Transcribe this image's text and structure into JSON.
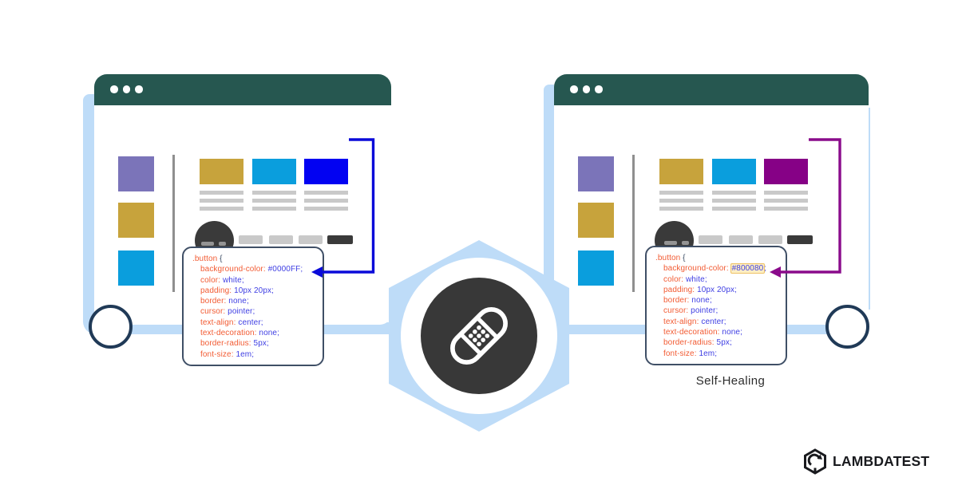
{
  "brand": {
    "logo_text": "LAMBDATEST"
  },
  "center": {
    "label": "Self-Healing",
    "icon": "bandaid-icon"
  },
  "colors": {
    "header_teal": "#265750",
    "pipe_blue": "#bedcf8",
    "sidebar_purple": "#7b74b9",
    "sidebar_gold": "#c7a33c",
    "sidebar_blue": "#0a9edd",
    "original_button_blue": "#0202F2",
    "healed_button_purple": "#860186",
    "code_property_orange": "#f25b33",
    "code_value_blue": "#3f3fe3",
    "highlight_yellow": "#fdeec4"
  },
  "windows": [
    {
      "name": "original-page",
      "accent_color": "#0202F2",
      "arrow_color": "#0a0ad9",
      "code": {
        "selector": ".button",
        "open_brace": "{",
        "properties": [
          {
            "name": "background-color",
            "value": "#0000FF",
            "highlighted": false
          },
          {
            "name": "color",
            "value": "white",
            "highlighted": false
          },
          {
            "name": "padding",
            "value": "10px 20px",
            "highlighted": false
          },
          {
            "name": "border",
            "value": "none",
            "highlighted": false
          },
          {
            "name": "cursor",
            "value": "pointer",
            "highlighted": false
          },
          {
            "name": "text-align",
            "value": "center",
            "highlighted": false
          },
          {
            "name": "text-decoration",
            "value": "none",
            "highlighted": false
          },
          {
            "name": "border-radius",
            "value": "5px",
            "highlighted": false
          },
          {
            "name": "font-size",
            "value": "1em",
            "highlighted": false
          }
        ]
      }
    },
    {
      "name": "healed-page",
      "accent_color": "#860186",
      "arrow_color": "#8a0b8b",
      "code": {
        "selector": ".button",
        "open_brace": "{",
        "properties": [
          {
            "name": "background-color",
            "value": "#800080",
            "highlighted": true
          },
          {
            "name": "color",
            "value": "white",
            "highlighted": false
          },
          {
            "name": "padding",
            "value": "10px 20px",
            "highlighted": false
          },
          {
            "name": "border",
            "value": "none",
            "highlighted": false
          },
          {
            "name": "cursor",
            "value": "pointer",
            "highlighted": false
          },
          {
            "name": "text-align",
            "value": "center",
            "highlighted": false
          },
          {
            "name": "text-decoration",
            "value": "none",
            "highlighted": false
          },
          {
            "name": "border-radius",
            "value": "5px",
            "highlighted": false
          },
          {
            "name": "font-size",
            "value": "1em",
            "highlighted": false
          }
        ]
      }
    }
  ]
}
